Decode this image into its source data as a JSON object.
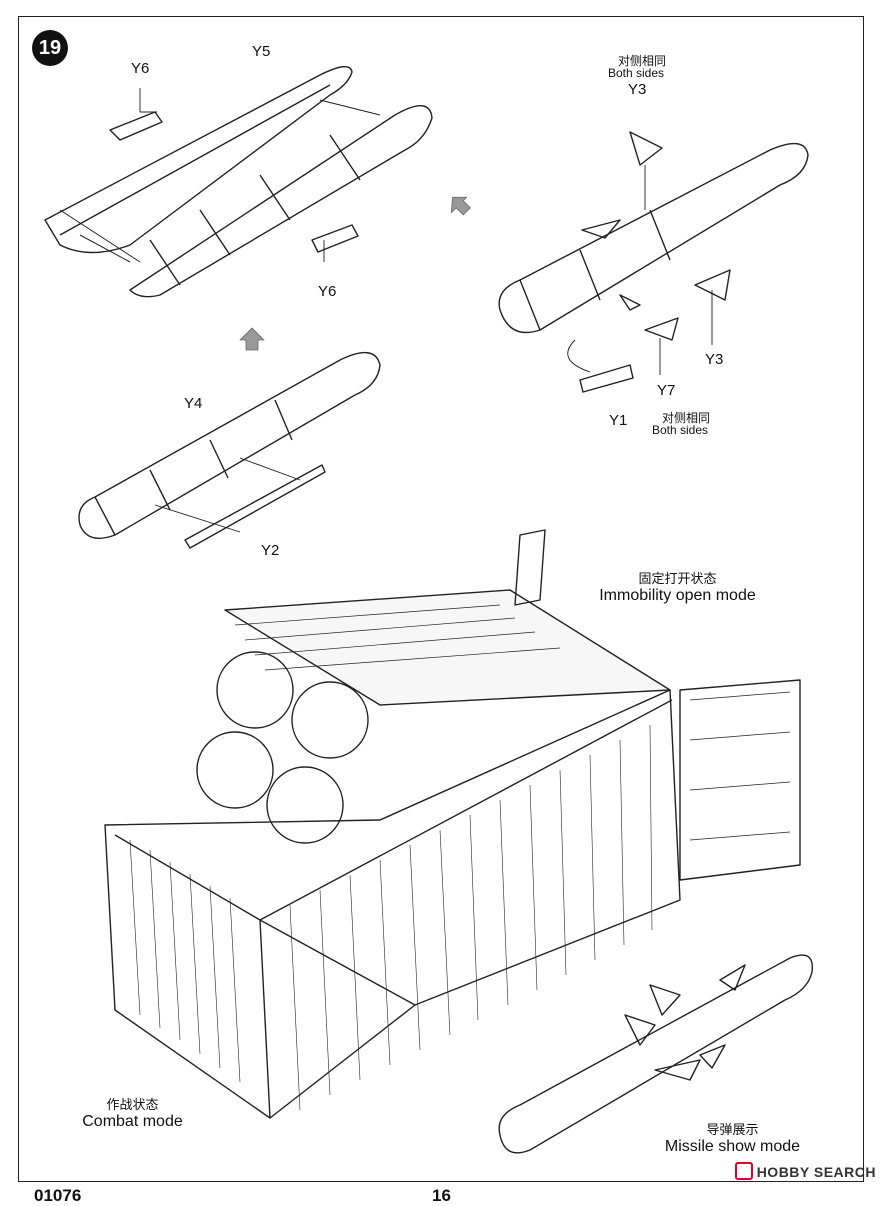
{
  "step": "19",
  "parts": {
    "y6_top": "Y6",
    "y5": "Y5",
    "y6_bottom": "Y6",
    "y4": "Y4",
    "y2": "Y2",
    "y3_top": "Y3",
    "y3_right": "Y3",
    "y7": "Y7",
    "y1": "Y1"
  },
  "notes": {
    "both_sides_top_zh": "对侧相同",
    "both_sides_top_en": "Both sides",
    "both_sides_bottom_zh": "对侧相同",
    "both_sides_bottom_en": "Both sides"
  },
  "modes": {
    "immobility_zh": "固定打开状态",
    "immobility_en": "Immobility open mode",
    "combat_zh": "作战状态",
    "combat_en": "Combat mode",
    "missile_show_zh": "导弹展示",
    "missile_show_en": "Missile show mode"
  },
  "footer": {
    "catalog_no": "01076",
    "page_no": "16"
  },
  "watermark": "HOBBY SEARCH"
}
